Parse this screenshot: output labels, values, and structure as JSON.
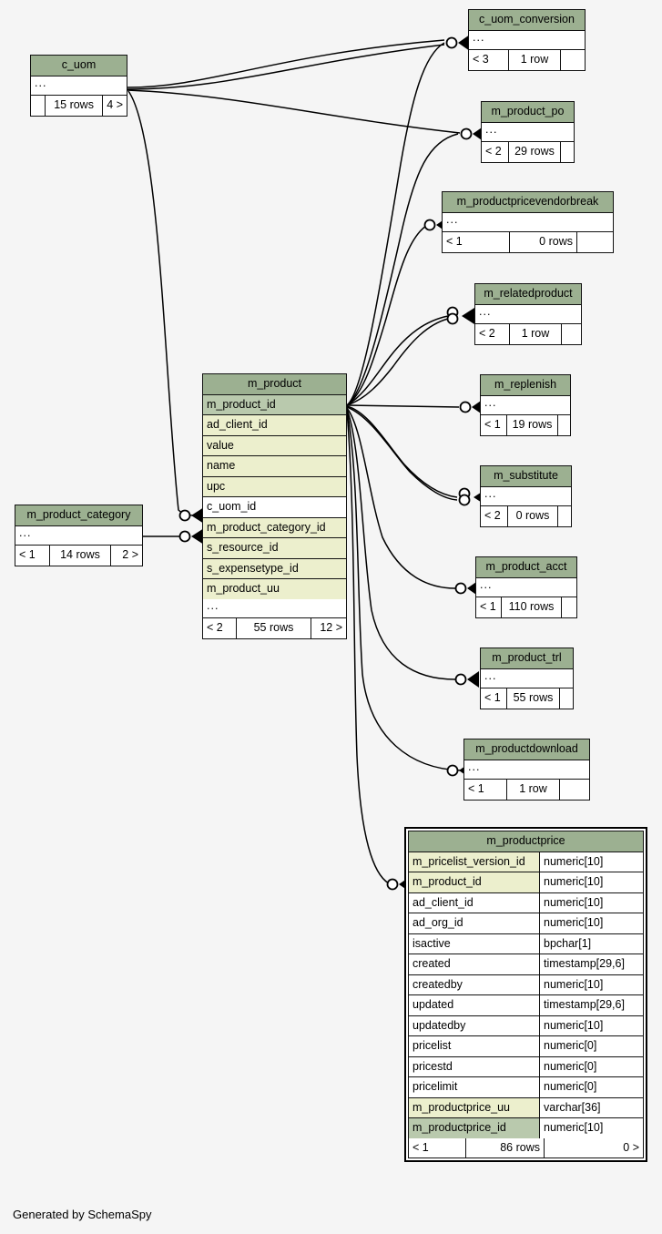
{
  "meta": {
    "generator_note": "Generated by SchemaSpy",
    "colors": {
      "background": "#f5f5f5",
      "header_green": "#9cb091",
      "primary_key_green": "#b9c9ad",
      "foreign_key_cream": "#ecefcd",
      "plain_white": "#ffffff",
      "border": "#111111",
      "edge": "#000000"
    }
  },
  "tables": {
    "c_uom": {
      "title": "c_uom",
      "ellipsis": "...",
      "footer": {
        "left": "",
        "center": "15 rows",
        "right": "4 >"
      }
    },
    "c_uom_conversion": {
      "title": "c_uom_conversion",
      "ellipsis": "...",
      "footer": {
        "left": "< 3",
        "center": "1 row",
        "right": ""
      }
    },
    "m_product_po": {
      "title": "m_product_po",
      "ellipsis": "...",
      "footer": {
        "left": "< 2",
        "center": "29 rows",
        "right": ""
      }
    },
    "m_productpricevendorbreak": {
      "title": "m_productpricevendorbreak",
      "ellipsis": "...",
      "footer": {
        "left": "< 1",
        "center": "0 rows",
        "right": ""
      }
    },
    "m_relatedproduct": {
      "title": "m_relatedproduct",
      "ellipsis": "...",
      "footer": {
        "left": "< 2",
        "center": "1 row",
        "right": ""
      }
    },
    "m_replenish": {
      "title": "m_replenish",
      "ellipsis": "...",
      "footer": {
        "left": "< 1",
        "center": "19 rows",
        "right": ""
      }
    },
    "m_substitute": {
      "title": "m_substitute",
      "ellipsis": "...",
      "footer": {
        "left": "< 2",
        "center": "0 rows",
        "right": ""
      }
    },
    "m_product_acct": {
      "title": "m_product_acct",
      "ellipsis": "...",
      "footer": {
        "left": "< 1",
        "center": "110 rows",
        "right": ""
      }
    },
    "m_product_trl": {
      "title": "m_product_trl",
      "ellipsis": "...",
      "footer": {
        "left": "< 1",
        "center": "55 rows",
        "right": ""
      }
    },
    "m_productdownload": {
      "title": "m_productdownload",
      "ellipsis": "...",
      "footer": {
        "left": "< 1",
        "center": "1 row",
        "right": ""
      }
    },
    "m_product_category": {
      "title": "m_product_category",
      "ellipsis": "...",
      "footer": {
        "left": "< 1",
        "center": "14 rows",
        "right": "2 >"
      }
    },
    "m_product": {
      "title": "m_product",
      "columns": [
        {
          "name": "m_product_id",
          "kind": "pk"
        },
        {
          "name": "ad_client_id",
          "kind": "fk"
        },
        {
          "name": "value",
          "kind": "fk"
        },
        {
          "name": "name",
          "kind": "fk"
        },
        {
          "name": "upc",
          "kind": "fk"
        },
        {
          "name": "c_uom_id",
          "kind": "plain"
        },
        {
          "name": "m_product_category_id",
          "kind": "fk"
        },
        {
          "name": "s_resource_id",
          "kind": "fk"
        },
        {
          "name": "s_expensetype_id",
          "kind": "fk"
        },
        {
          "name": "m_product_uu",
          "kind": "fk"
        }
      ],
      "ellipsis": "...",
      "footer": {
        "left": "< 2",
        "center": "55 rows",
        "right": "12 >"
      }
    },
    "m_productprice": {
      "title": "m_productprice",
      "focused": true,
      "columns": [
        {
          "name": "m_pricelist_version_id",
          "type": "numeric[10]",
          "kind": "fk"
        },
        {
          "name": "m_product_id",
          "type": "numeric[10]",
          "kind": "fk"
        },
        {
          "name": "ad_client_id",
          "type": "numeric[10]",
          "kind": "plain"
        },
        {
          "name": "ad_org_id",
          "type": "numeric[10]",
          "kind": "plain"
        },
        {
          "name": "isactive",
          "type": "bpchar[1]",
          "kind": "plain"
        },
        {
          "name": "created",
          "type": "timestamp[29,6]",
          "kind": "plain"
        },
        {
          "name": "createdby",
          "type": "numeric[10]",
          "kind": "plain"
        },
        {
          "name": "updated",
          "type": "timestamp[29,6]",
          "kind": "plain"
        },
        {
          "name": "updatedby",
          "type": "numeric[10]",
          "kind": "plain"
        },
        {
          "name": "pricelist",
          "type": "numeric[0]",
          "kind": "plain"
        },
        {
          "name": "pricestd",
          "type": "numeric[0]",
          "kind": "plain"
        },
        {
          "name": "pricelimit",
          "type": "numeric[0]",
          "kind": "plain"
        },
        {
          "name": "m_productprice_uu",
          "type": "varchar[36]",
          "kind": "fk"
        },
        {
          "name": "m_productprice_id",
          "type": "numeric[10]",
          "kind": "pk"
        }
      ],
      "footer": {
        "left": "< 1",
        "center": "86 rows",
        "right": "0 >"
      }
    }
  },
  "relationships": [
    {
      "from": "c_uom",
      "to": "c_uom_conversion"
    },
    {
      "from": "c_uom",
      "to": "c_uom_conversion"
    },
    {
      "from": "c_uom",
      "to": "m_product_po"
    },
    {
      "from": "c_uom",
      "to": "m_product"
    },
    {
      "from": "m_product_category",
      "to": "m_product"
    },
    {
      "from": "m_product",
      "to": "c_uom_conversion"
    },
    {
      "from": "m_product",
      "to": "m_product_po"
    },
    {
      "from": "m_product",
      "to": "m_productpricevendorbreak"
    },
    {
      "from": "m_product",
      "to": "m_relatedproduct"
    },
    {
      "from": "m_product",
      "to": "m_relatedproduct"
    },
    {
      "from": "m_product",
      "to": "m_replenish"
    },
    {
      "from": "m_product",
      "to": "m_substitute"
    },
    {
      "from": "m_product",
      "to": "m_substitute"
    },
    {
      "from": "m_product",
      "to": "m_product_acct"
    },
    {
      "from": "m_product",
      "to": "m_product_trl"
    },
    {
      "from": "m_product",
      "to": "m_productdownload"
    },
    {
      "from": "m_product",
      "to": "m_productprice"
    }
  ]
}
